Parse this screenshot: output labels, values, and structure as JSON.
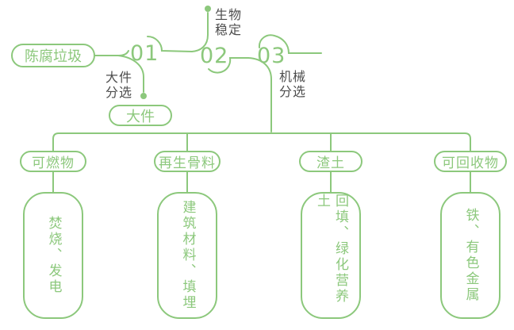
{
  "flow": {
    "source_label": "陈腐垃圾",
    "steps": [
      {
        "number": "01",
        "annotation": "大件\n分选"
      },
      {
        "number": "02",
        "annotation": "生物\n稳定"
      },
      {
        "number": "03",
        "annotation": "机械\n分选"
      }
    ],
    "bulky_label": "大件",
    "branches": [
      {
        "category": "可燃物",
        "detail": "焚烧、发电"
      },
      {
        "category": "再生骨料",
        "detail": "建筑材料、填埋"
      },
      {
        "category": "渣土",
        "detail": "回填、绿化营养土"
      },
      {
        "category": "可回收物",
        "detail": "铁、有色金属"
      }
    ],
    "colors": {
      "accent": "#8cc87c",
      "annotation_text": "#4d4d4d",
      "background": "#ffffff"
    }
  }
}
